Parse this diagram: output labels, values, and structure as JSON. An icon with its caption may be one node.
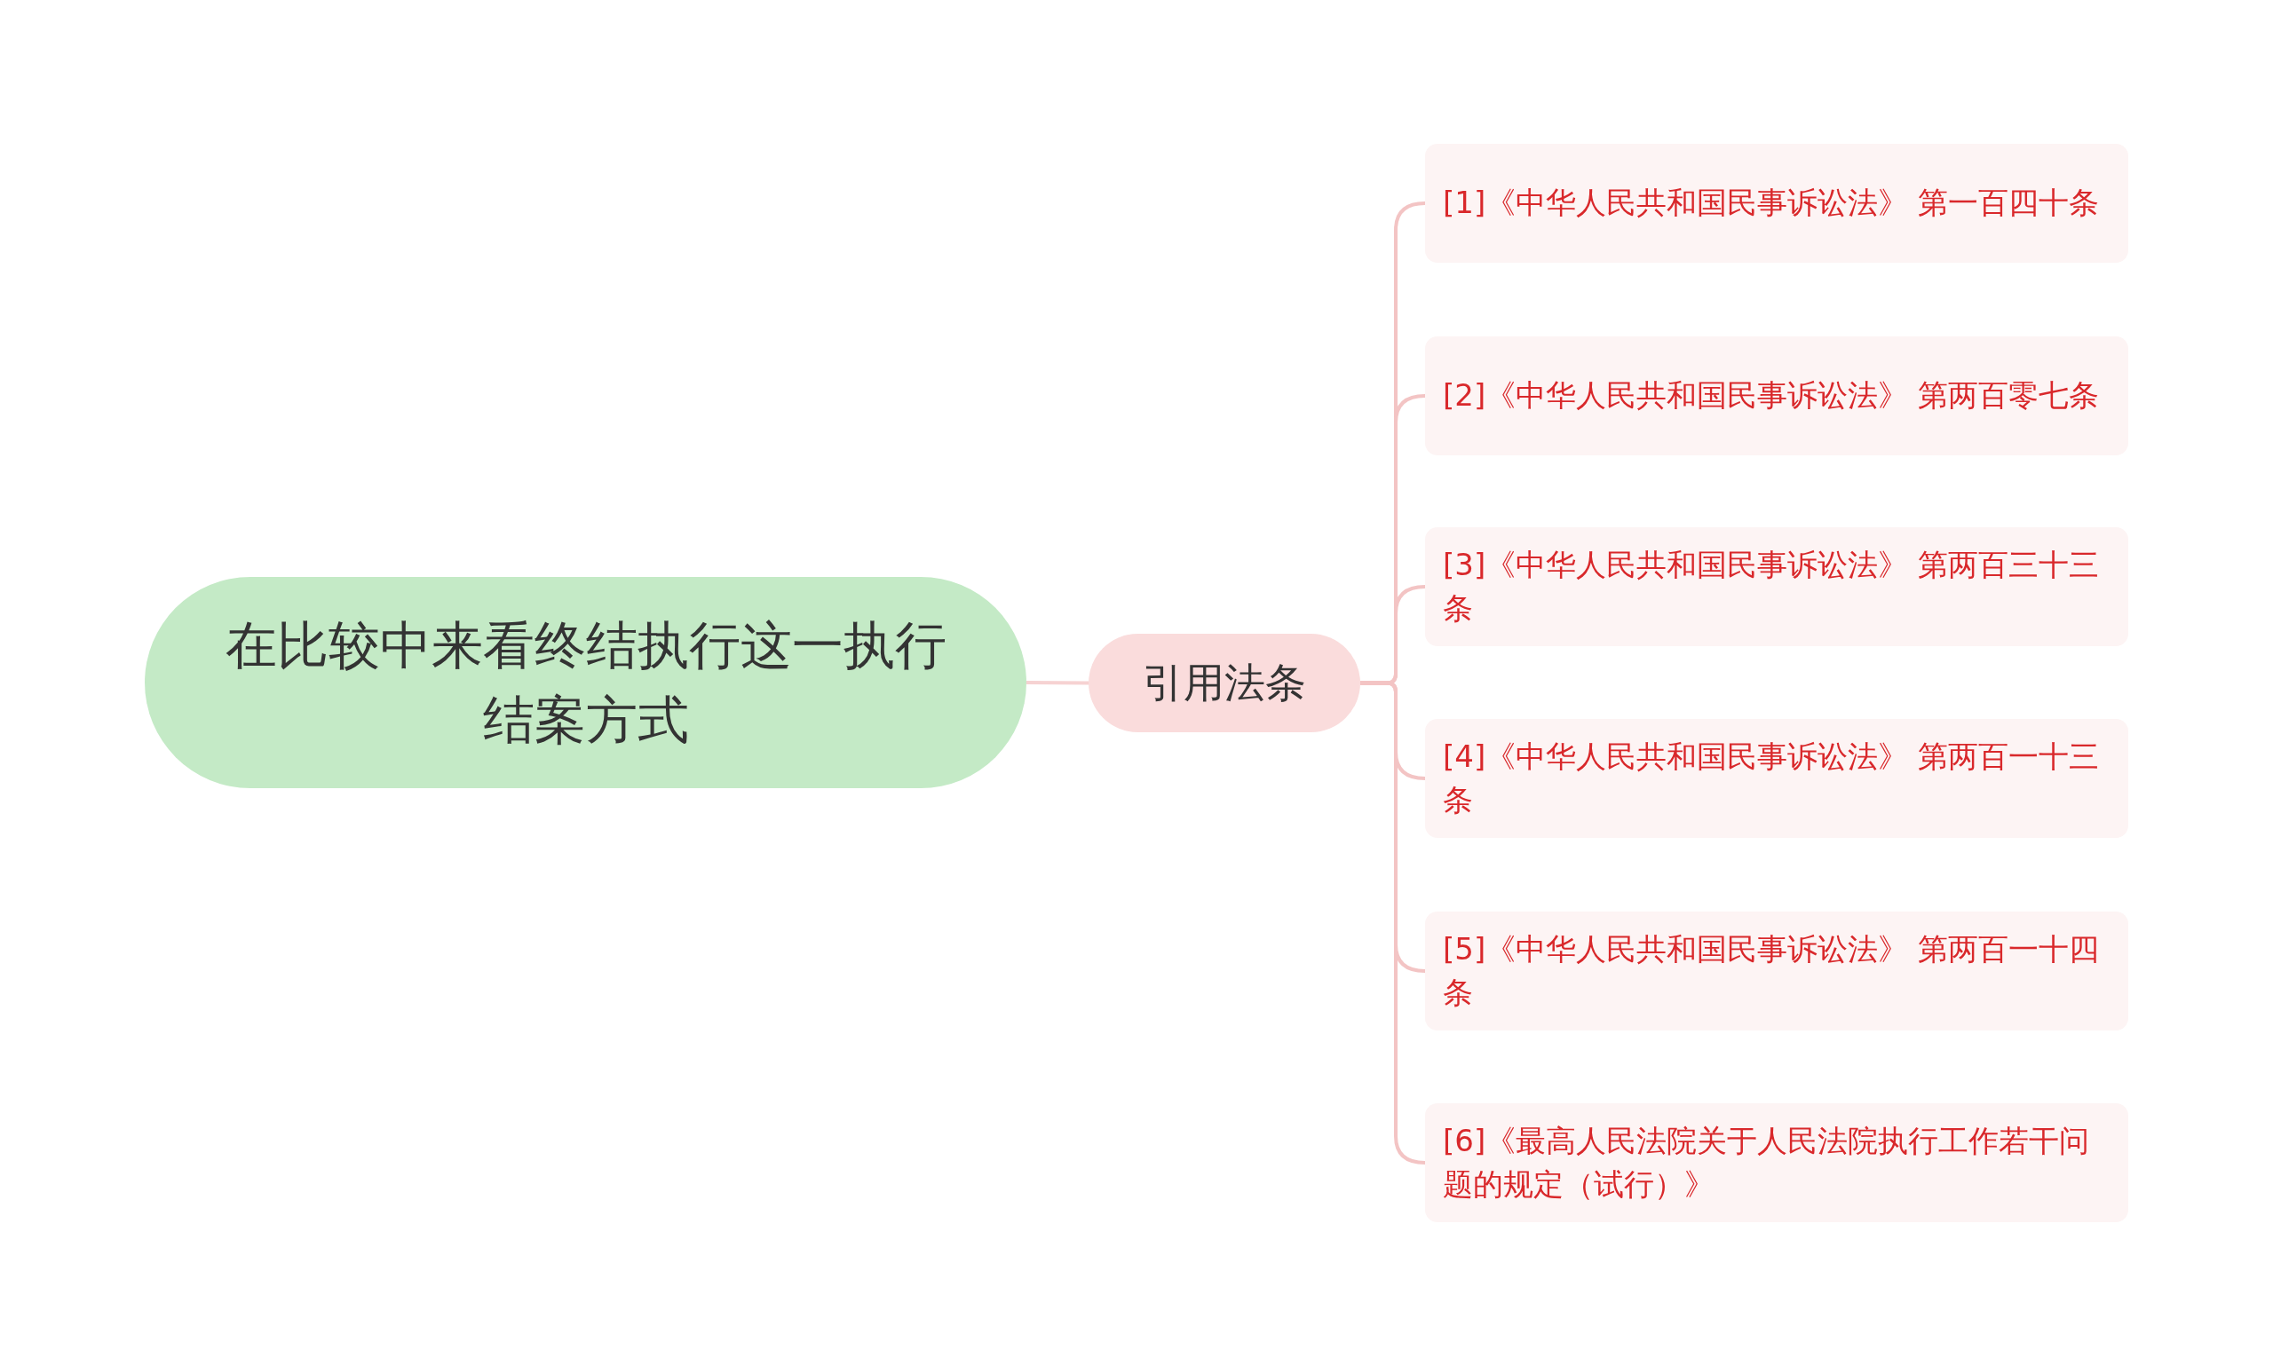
{
  "diagram": {
    "nodes": [
      {
        "text": [
          "在比较中来看终结执行这一执行结案方式"
        ]
      },
      {
        "text": [
          "引用法条"
        ]
      },
      {
        "text": [
          "[1]《中华人民共和国民事诉讼法》 第一百四十条"
        ]
      },
      {
        "text": [
          "[2]《中华人民共和国民事诉讼法》 第两百零七条"
        ]
      },
      {
        "text": [
          "[3]《中华人民共和国民事诉讼法》 第两百三十三条"
        ]
      },
      {
        "text": [
          "[4]《中华人民共和国民事诉讼法》 第两百一十三条"
        ]
      },
      {
        "text": [
          "[5]《中华人民共和国民事诉讼法》 第两百一十四条"
        ]
      },
      {
        "text": [
          "[6]《最高人民法院关于人民法院执行工作若干问题的规定（试行）》"
        ]
      }
    ],
    "edges": [
      {
        "from": 0,
        "to": 1,
        "arrow": "none"
      },
      {
        "from": 1,
        "to": 2,
        "arrow": "none"
      },
      {
        "from": 1,
        "to": 3,
        "arrow": "none"
      },
      {
        "from": 1,
        "to": 4,
        "arrow": "none"
      },
      {
        "from": 1,
        "to": 5,
        "arrow": "none"
      },
      {
        "from": 1,
        "to": 6,
        "arrow": "none"
      },
      {
        "from": 1,
        "to": 7,
        "arrow": "none"
      }
    ]
  }
}
